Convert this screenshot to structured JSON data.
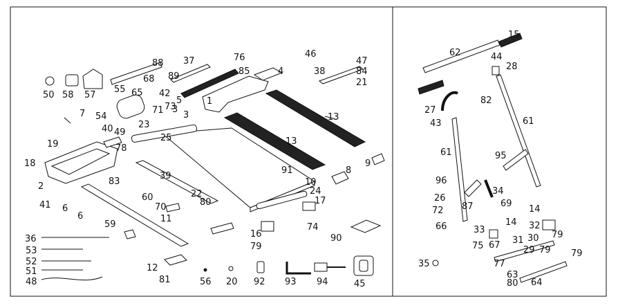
{
  "labels": {
    "l1": "1",
    "l2": "2",
    "l3a": "3",
    "l3b": "3",
    "l4": "4",
    "l5": "5",
    "l6a": "6",
    "l6b": "6",
    "l7": "7",
    "l8": "8",
    "l9": "9",
    "l10": "10",
    "l11": "11",
    "l12": "12",
    "l13a": "13",
    "l13b": "13",
    "l14a": "14",
    "l14b": "14",
    "l15": "15",
    "l16": "16",
    "l17": "17",
    "l18": "18",
    "l19": "19",
    "l20": "20",
    "l21": "21",
    "l22": "22",
    "l23": "23",
    "l24": "24",
    "l25": "25",
    "l26": "26",
    "l27": "27",
    "l28": "28",
    "l29": "29",
    "l30": "30",
    "l31": "31",
    "l32": "32",
    "l33": "33",
    "l34": "34",
    "l35": "35",
    "l36": "36",
    "l37": "37",
    "l38": "38",
    "l39": "39",
    "l40": "40",
    "l41": "41",
    "l42": "42",
    "l43": "43",
    "l44": "44",
    "l45": "45",
    "l46": "46",
    "l47": "47",
    "l48": "48",
    "l49": "49",
    "l50": "50",
    "l51": "51",
    "l52": "52",
    "l53": "53",
    "l54": "54",
    "l55": "55",
    "l56": "56",
    "l57": "57",
    "l58": "58",
    "l59": "59",
    "l60": "60",
    "l61a": "61",
    "l61b": "61",
    "l62": "62",
    "l63": "63",
    "l64": "64",
    "l65": "65",
    "l66": "66",
    "l67": "67",
    "l68": "68",
    "l69": "69",
    "l70": "70",
    "l71": "71",
    "l72": "72",
    "l73": "73",
    "l74": "74",
    "l75": "75",
    "l76": "76",
    "l77": "77",
    "l78": "78",
    "l79a": "79",
    "l79b": "79",
    "l79c": "79",
    "l79d": "79",
    "l80a": "80",
    "l80b": "80",
    "l81": "81",
    "l82": "82",
    "l83": "83",
    "l84": "84",
    "l85": "85",
    "l87": "87",
    "l88": "88",
    "l89": "89",
    "l90": "90",
    "l91": "91",
    "l92": "92",
    "l93": "93",
    "l94": "94",
    "l95": "95",
    "l96": "96"
  }
}
